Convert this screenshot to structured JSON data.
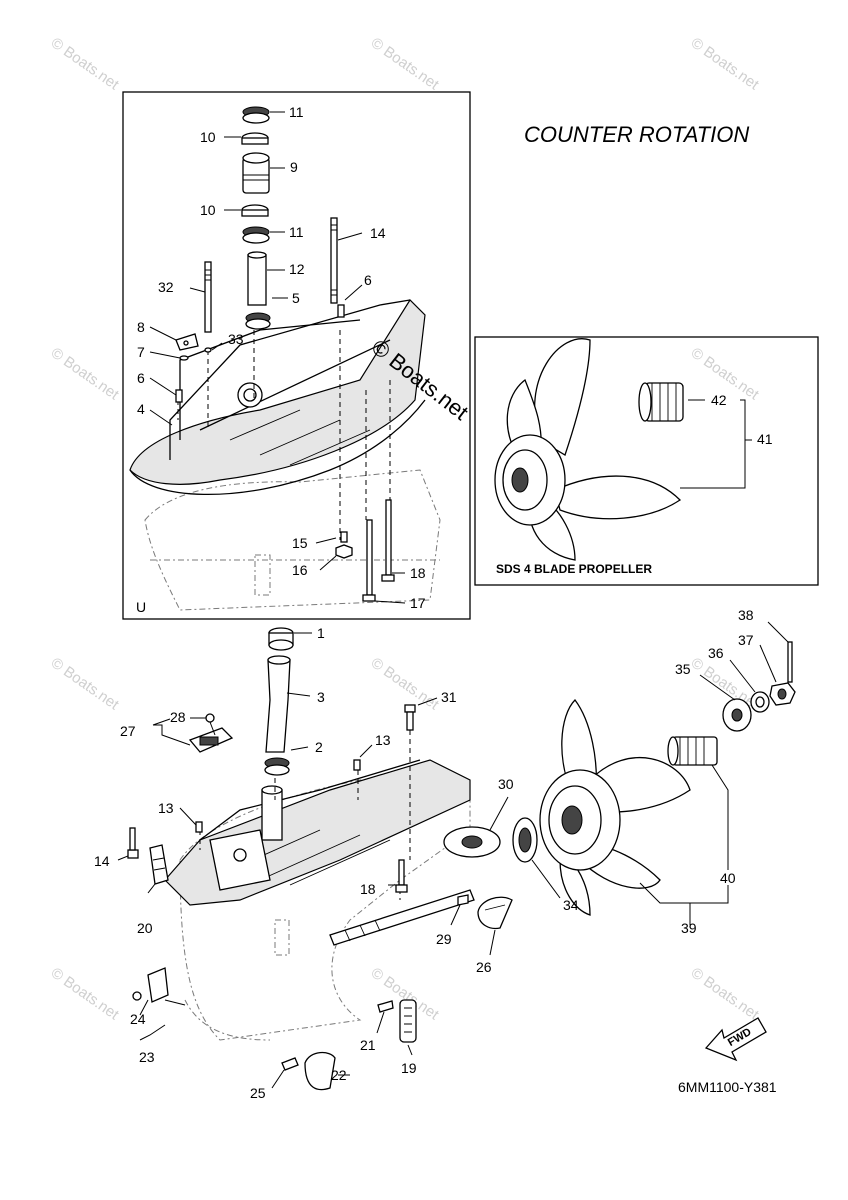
{
  "diagram": {
    "title": "COUNTER ROTATION",
    "inset_title": "SDS 4 BLADE PROPELLER",
    "inset_u_label": "U",
    "drawing_code": "6MM1100-Y381",
    "fwd_label": "FWD",
    "watermark": "© Boats.net",
    "center_watermark": "© Boats.net",
    "callouts": {
      "c1": "1",
      "c2": "2",
      "c3": "3",
      "c5": "5",
      "c4": "4",
      "c6a": "6",
      "c6b": "6",
      "c7": "7",
      "c8": "8",
      "c9": "9",
      "c10a": "10",
      "c10b": "10",
      "c11a": "11",
      "c11b": "11",
      "c12": "12",
      "c13a": "13",
      "c13b": "13",
      "c14a": "14",
      "c14b": "14",
      "c15": "15",
      "c16": "16",
      "c17": "17",
      "c18a": "18",
      "c18b": "18",
      "c19": "19",
      "c20": "20",
      "c21": "21",
      "c22": "22",
      "c23": "23",
      "c24": "24",
      "c25": "25",
      "c26": "26",
      "c27": "27",
      "c28": "28",
      "c29": "29",
      "c30": "30",
      "c31": "31",
      "c32": "32",
      "c33": "33",
      "c34": "34",
      "c35": "35",
      "c36": "36",
      "c37": "37",
      "c38": "38",
      "c39": "39",
      "c40": "40",
      "c41": "41",
      "c42": "42"
    }
  }
}
